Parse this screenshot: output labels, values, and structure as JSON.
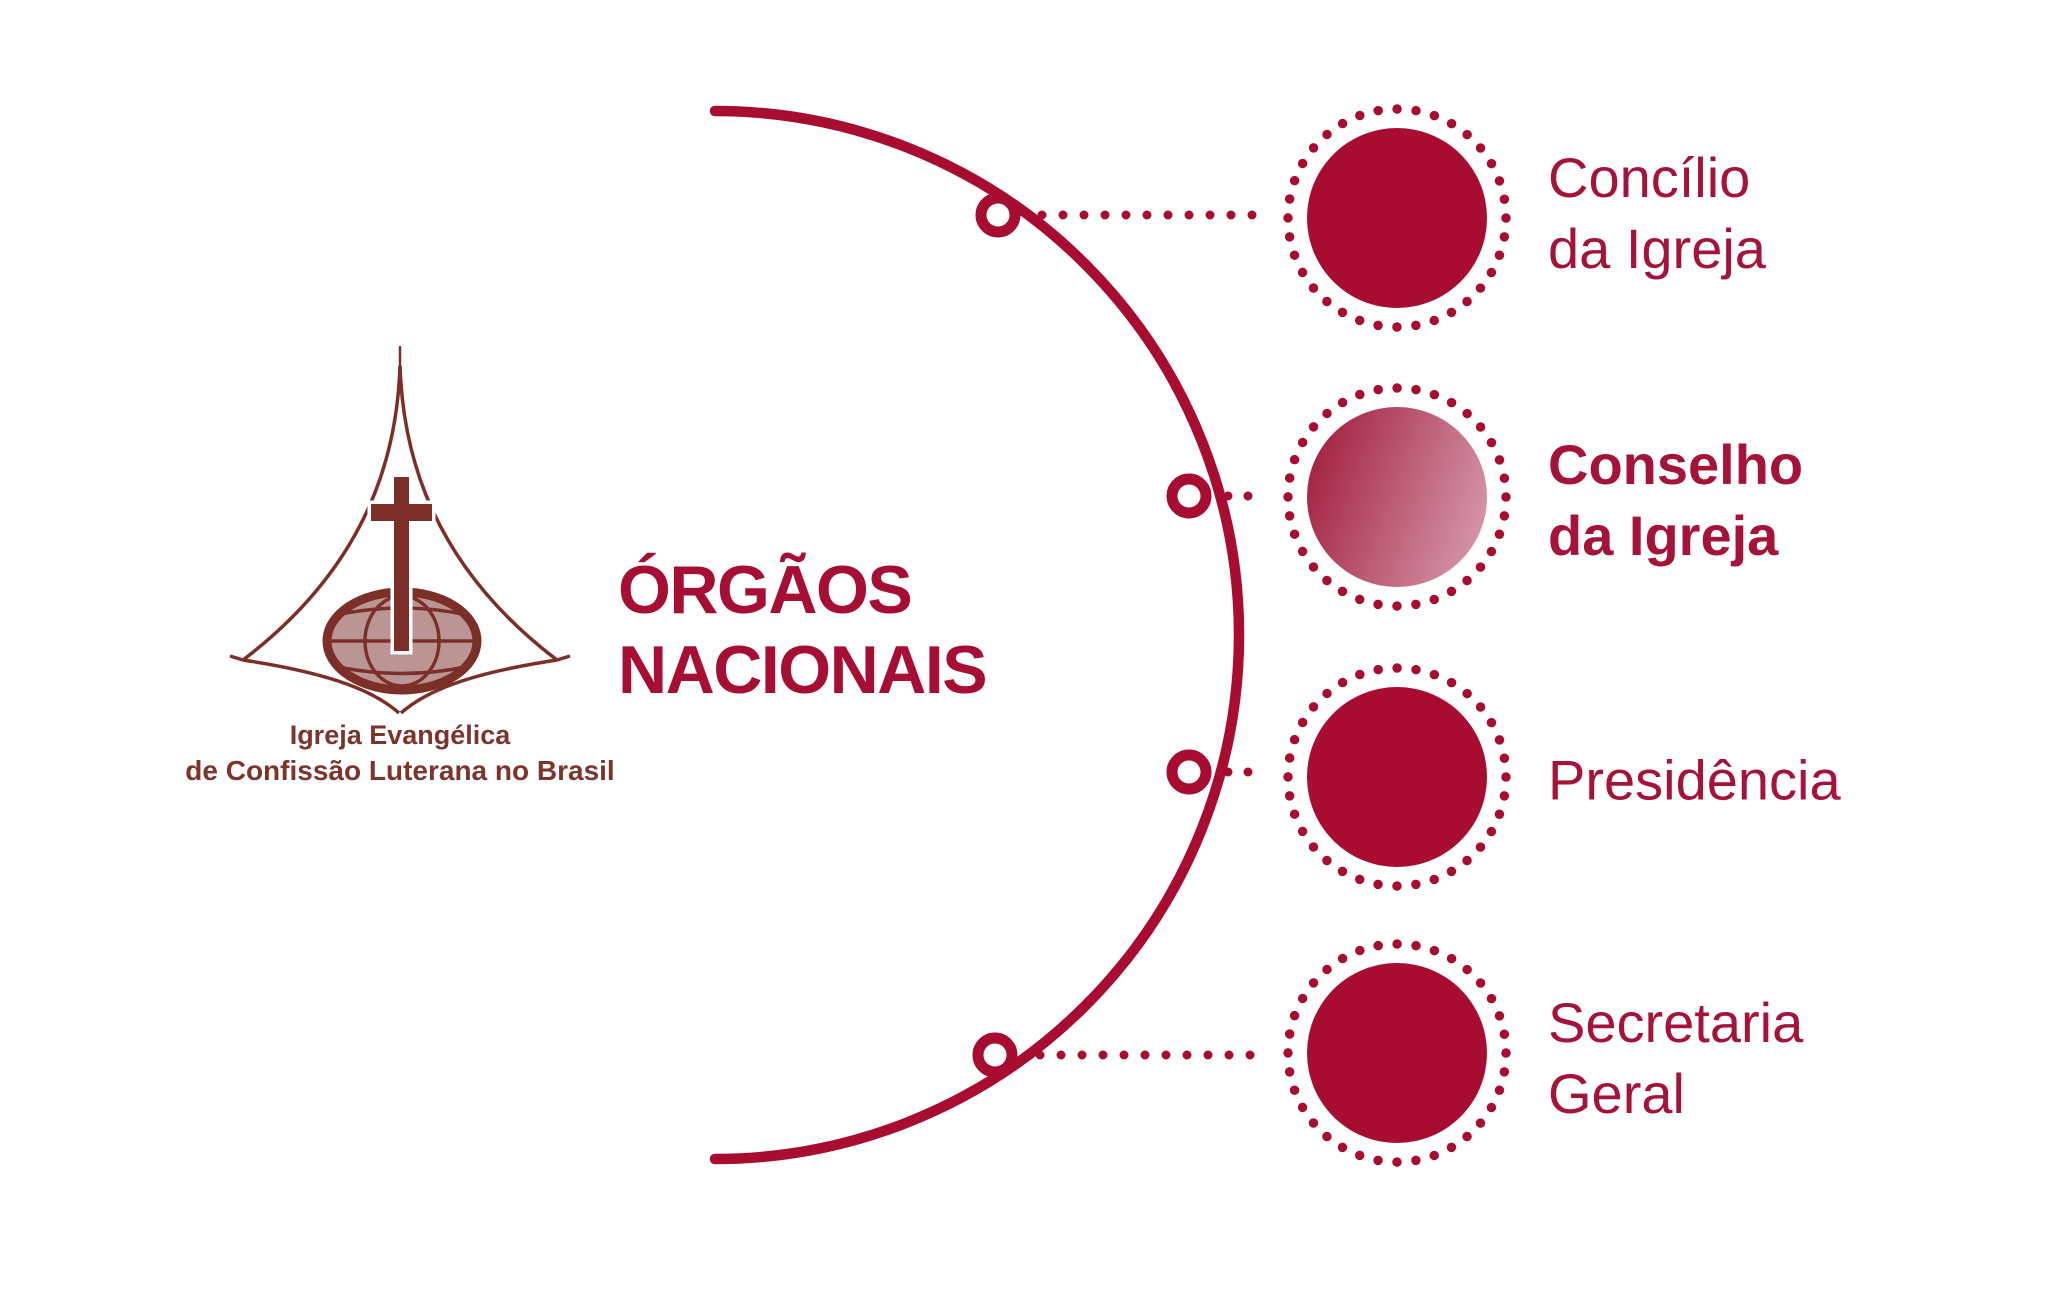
{
  "title": {
    "text": "ÓRGÃOS\nNACIONAIS"
  },
  "logo": {
    "line1": "Igreja Evangélica",
    "line2": "de Confissão Luterana no Brasil"
  },
  "items": [
    {
      "label": "Concílio\nda Igreja",
      "emphasis": false,
      "circle_fill": "solid"
    },
    {
      "label": "Conselho\nda Igreja",
      "emphasis": true,
      "circle_fill": "gradient"
    },
    {
      "label": "Presidência",
      "emphasis": false,
      "circle_fill": "solid"
    },
    {
      "label": "Secretaria\nGeral",
      "emphasis": false,
      "circle_fill": "solid"
    }
  ],
  "colors": {
    "accent": "#a80d31",
    "title_text": "#a70e33",
    "label_text": "#a5123a",
    "logo": "#7c2f28",
    "logo_text": "#7c352c",
    "globe_fill": "#bb9494",
    "gradient_from": "#a32041",
    "gradient_to": "#d494a6",
    "background": "#ffffff"
  }
}
